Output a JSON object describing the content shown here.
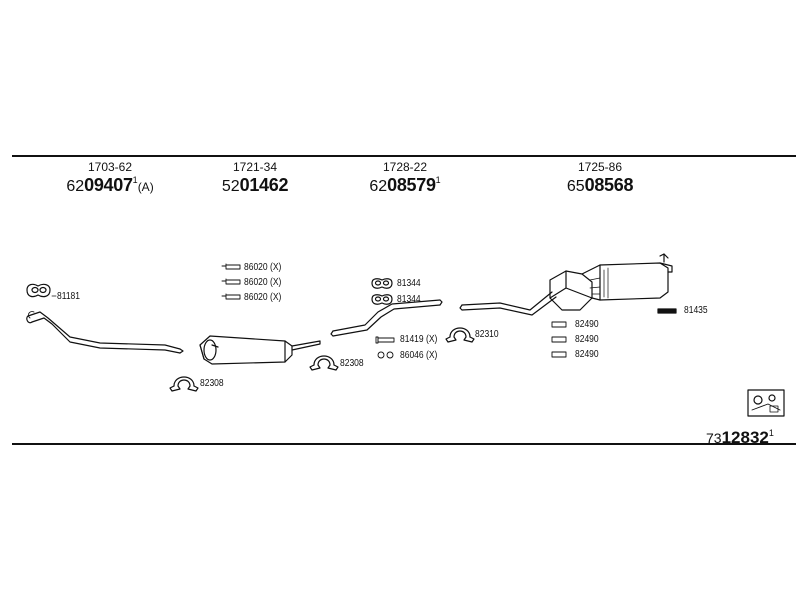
{
  "sections": [
    {
      "code": "1703-62",
      "prefix": "62",
      "number": "09407",
      "sup": "1",
      "suffix": "(A)"
    },
    {
      "code": "1721-34",
      "prefix": "52",
      "number": "01462",
      "sup": "",
      "suffix": ""
    },
    {
      "code": "1728-22",
      "prefix": "62",
      "number": "08579",
      "sup": "1",
      "suffix": ""
    },
    {
      "code": "1725-86",
      "prefix": "65",
      "number": "08568",
      "sup": "",
      "suffix": ""
    }
  ],
  "parts": {
    "p81181": "81181",
    "p82308a": "82308",
    "p86020a": "86020 (X)",
    "p86020b": "86020 (X)",
    "p86020c": "86020 (X)",
    "p82308b": "82308",
    "p81344a": "81344",
    "p81344b": "81344",
    "p81419": "81419 (X)",
    "p86046": "86046 (X)",
    "p82310": "82310",
    "p82490a": "82490",
    "p82490b": "82490",
    "p82490c": "82490",
    "p81435": "81435"
  },
  "kit": {
    "prefix": "73",
    "number": "12832",
    "sup": "1"
  }
}
